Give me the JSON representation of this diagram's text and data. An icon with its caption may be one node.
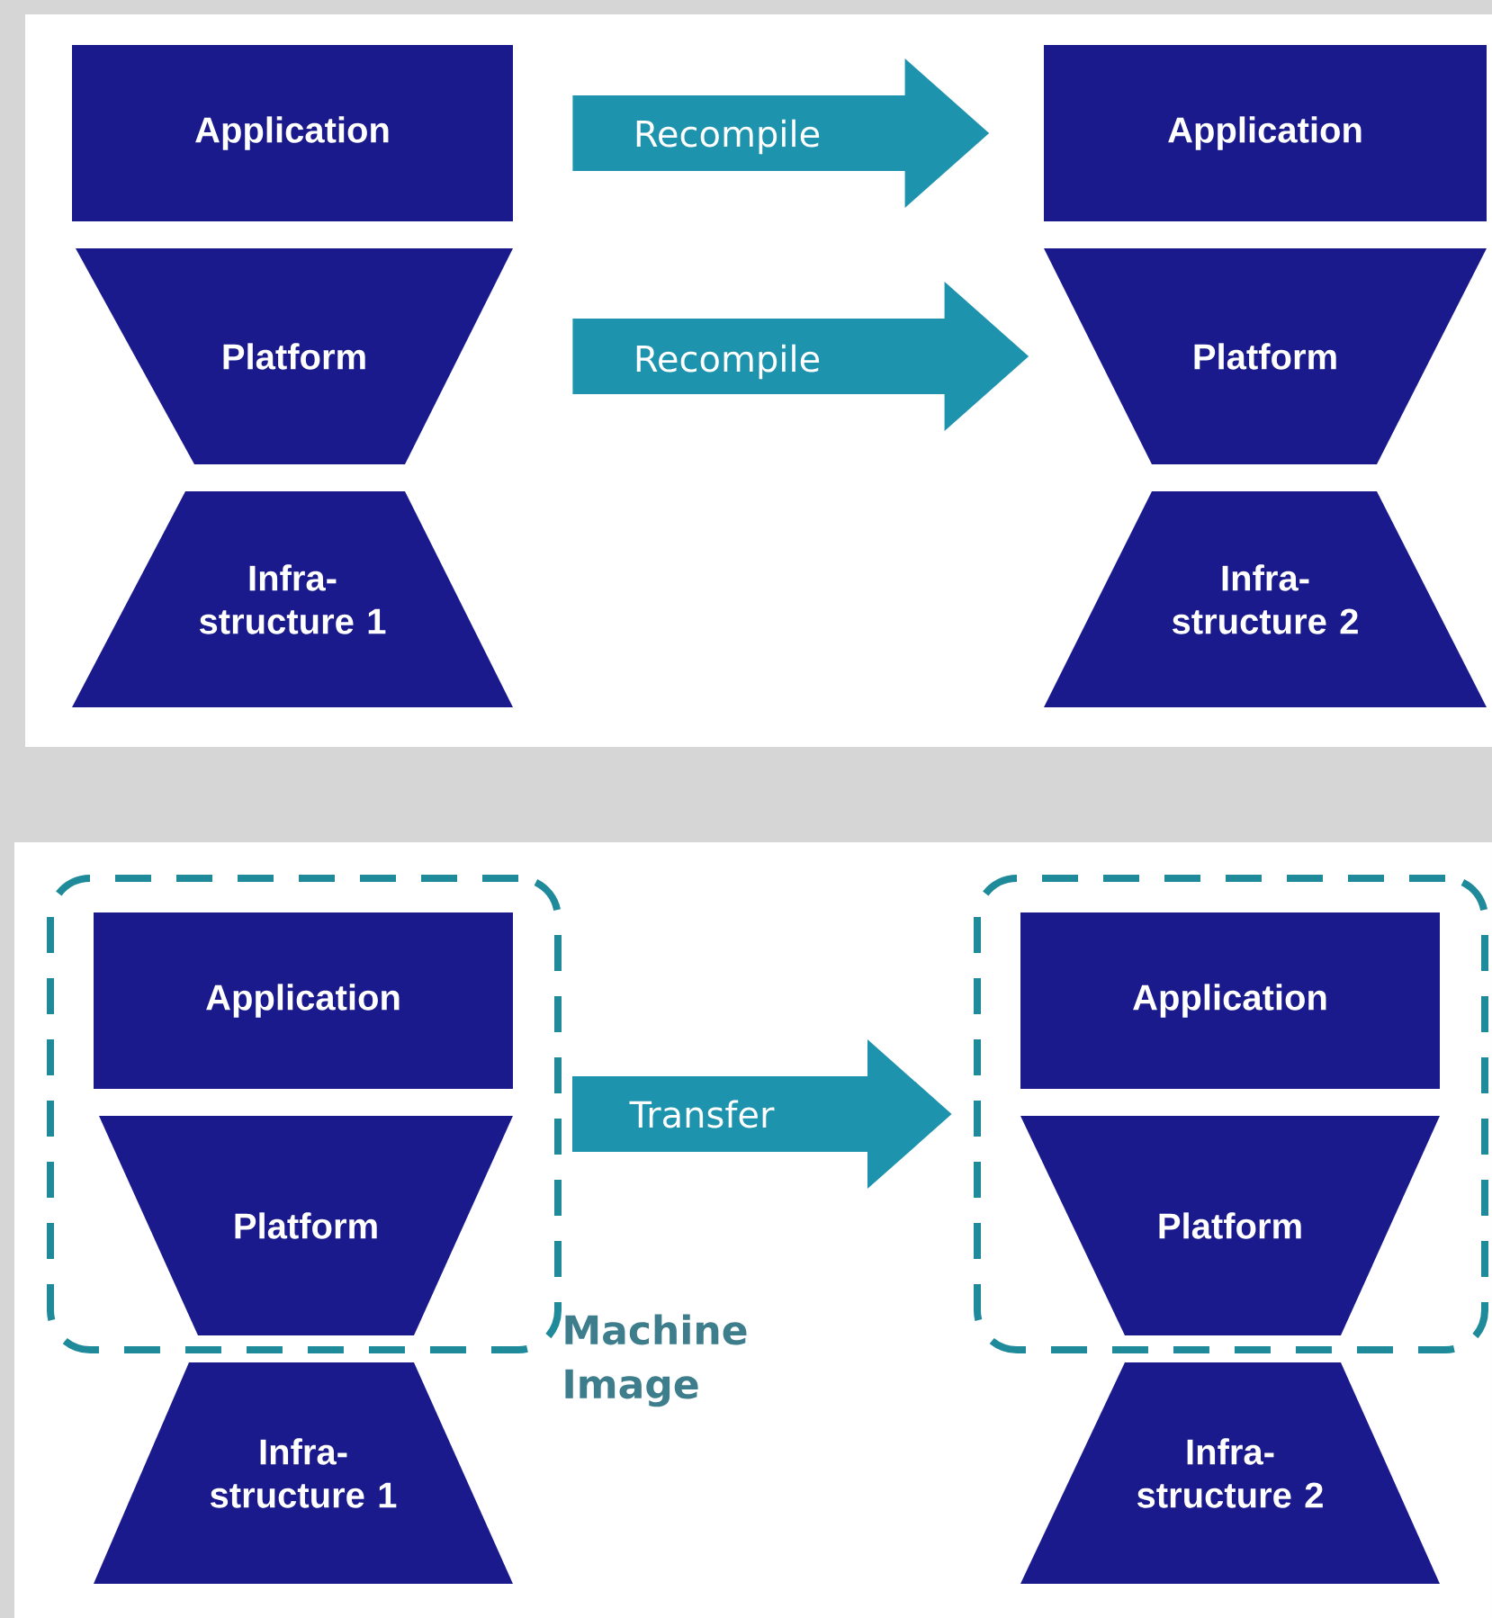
{
  "diagram": {
    "nodes": [
      {
        "text": [
          "Application"
        ]
      },
      {
        "text": [
          "Platform"
        ]
      },
      {
        "text": [
          "Infra- structure 1"
        ]
      },
      {
        "text": [
          "Application"
        ]
      },
      {
        "text": [
          "Platform"
        ]
      },
      {
        "text": [
          "Infra- structure 2"
        ]
      },
      {
        "text": [],
        "shape": "box",
        "beside": [
          "Machine Image"
        ]
      },
      {
        "text": [
          "Application"
        ],
        "in": 6
      },
      {
        "text": [
          "Platform"
        ],
        "in": 6
      },
      {
        "text": [
          "Infra- structure 1"
        ]
      },
      {
        "text": [],
        "shape": "box"
      },
      {
        "text": [
          "Application"
        ],
        "in": 10
      },
      {
        "text": [
          "Platform"
        ],
        "in": 10
      },
      {
        "text": [
          "Infra- structure 2"
        ]
      }
    ],
    "edges": [
      {
        "from": 0,
        "to": 3,
        "arrow": "to",
        "label": "Recompile"
      },
      {
        "from": 1,
        "to": 4,
        "arrow": "to",
        "label": "Recompile"
      },
      {
        "from": 6,
        "to": 10,
        "arrow": "to",
        "label": "Transfer"
      }
    ]
  }
}
